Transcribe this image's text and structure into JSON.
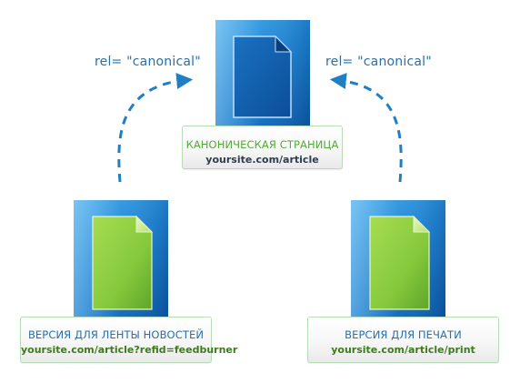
{
  "arrows": {
    "left_label": "rel= \"canonical\"",
    "right_label": "rel= \"canonical\""
  },
  "canonical": {
    "title": "КАНОНИЧЕСКАЯ СТРАНИЦА",
    "url": "yoursite.com/article"
  },
  "feed": {
    "title": "ВЕРСИЯ ДЛЯ ЛЕНТЫ НОВОСТЕЙ",
    "url": "yoursite.com/article?refid=feedburner"
  },
  "print": {
    "title": "ВЕРСИЯ ДЛЯ ПЕЧАТИ",
    "url": "yoursite.com/article/print"
  },
  "colors": {
    "canonical_title": "#55a83a",
    "variant_title": "#2a6fa8",
    "url_canonical": "#2c3e50",
    "url_variant": "#3e7a1e",
    "arrow": "#1f7fc4",
    "card_blue_light": "#3aa0e6",
    "card_blue_dark": "#0a5aa8",
    "doc_blue": "#1467b8",
    "doc_green": "#8ccf3f",
    "box_border": "#b8dcb6"
  },
  "icons": {
    "canonical_doc": "document-icon",
    "feed_doc": "document-icon",
    "print_doc": "document-icon"
  }
}
